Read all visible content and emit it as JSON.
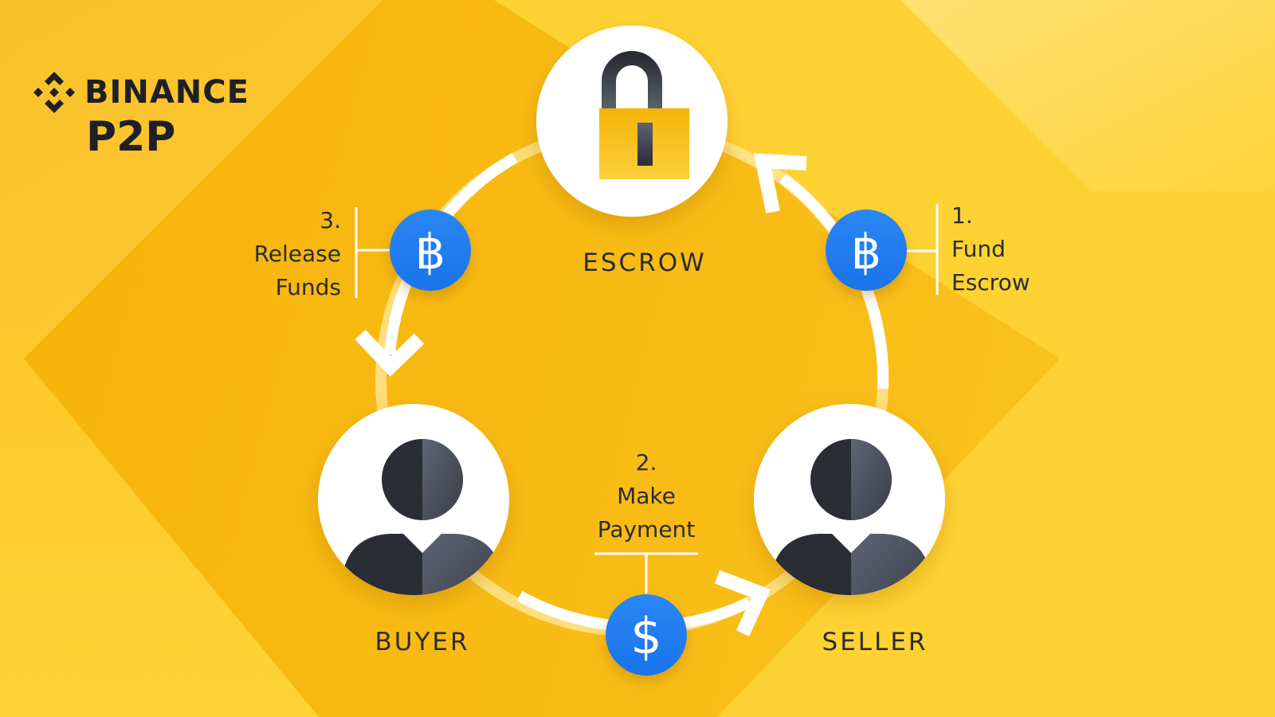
{
  "brand": {
    "name": "BINANCE",
    "product": "P2P",
    "icon": "binance-logo-icon"
  },
  "colors": {
    "background": "#fcc423",
    "background_dark": "#f5b20a",
    "background_light": "#ffda5a",
    "text": "#2b2d33",
    "coin_blue": "#1f7ef2",
    "ring": "#ffffff",
    "lock_body": "#f7b80c",
    "avatar_dark": "#2b2d35",
    "avatar_light": "#5a5f6e"
  },
  "nodes": {
    "escrow": {
      "label": "ESCROW",
      "icon": "padlock-icon"
    },
    "buyer": {
      "label": "BUYER",
      "icon": "person-icon"
    },
    "seller": {
      "label": "SELLER",
      "icon": "person-icon"
    }
  },
  "steps": [
    {
      "number": "1.",
      "line1": "Fund",
      "line2": "Escrow",
      "icon": "bitcoin-icon",
      "symbol": "฿"
    },
    {
      "number": "2.",
      "line1": "Make",
      "line2": "Payment",
      "icon": "dollar-icon",
      "symbol": "$"
    },
    {
      "number": "3.",
      "line1": "Release",
      "line2": "Funds",
      "icon": "bitcoin-icon",
      "symbol": "฿"
    }
  ]
}
